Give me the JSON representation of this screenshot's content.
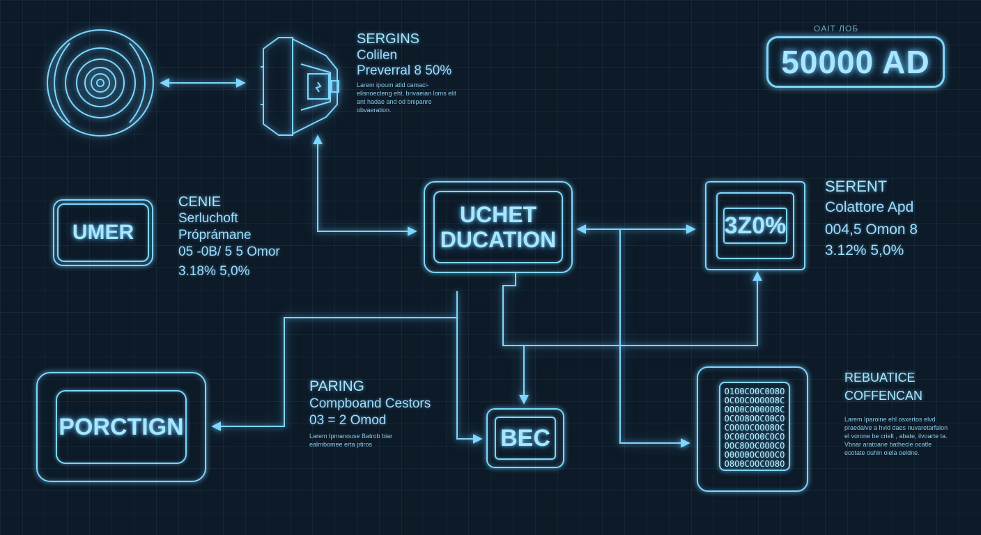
{
  "nodes": {
    "top_device": {
      "title": "SERGINS",
      "line1": "Colilen",
      "line2": "Preverral 8 50%",
      "body": "Larem ipoum atld camaci- elisnoecteng eht. bnvaeian loms elit ant hadae and od bnipanre obvaeration."
    },
    "counter": {
      "tag": "OAIT ЛОБ",
      "value": "50000 AD"
    },
    "umer": {
      "label": "UMER",
      "title": "CENIE",
      "line1": "Serluchoft",
      "line2": "Próprámane",
      "line3": "05 -0B/ 5 5 Omor",
      "line4": "3.18% 5,0%"
    },
    "center": {
      "label_line1": "UCHET",
      "label_line2": "DUCATION"
    },
    "serent": {
      "label": "3Z0%",
      "title": "SERENT",
      "line1": "Colattore Apd",
      "line2": "004,5 Omon 8",
      "line3": "3.12% 5,0%"
    },
    "porctign": {
      "label": "PORCTIGN"
    },
    "paring": {
      "title": "PARING",
      "line1": "Compboand Cestors",
      "line2": "03 = 2 Omod",
      "body": "Larem Ipmanouse Batrob biar ealrnbomee erta ptiros"
    },
    "bec": {
      "label": "BEC"
    },
    "rebuatice": {
      "title_line1": "REBUATICE",
      "title_line2": "COFFENCAN",
      "body": "Larem Iparoine ehl osxertos elvd praedalve a hvid daes nuvaretarfalon el vorone be crielt , abate, ilvoarte ta. Vbnar aratoane bathecle ocatle ecotate ouhin oiela oeldne.",
      "matrix": "O1O0CO0C0O8OOCOOCOOOOO8COOO0CO00OO8COCOO8OOCO0COCOOOOCOOO8OCOCO0COO0COCOOOC8OOCOOOCOO0OO0OCOOOCOO8O0COOCOO8OC"
    }
  }
}
